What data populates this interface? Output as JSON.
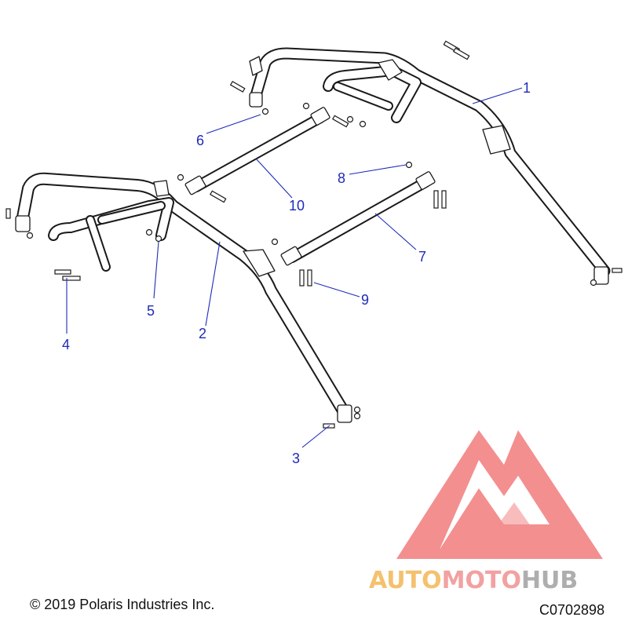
{
  "copyright": "© 2019 Polaris Industries Inc.",
  "figure_code": "C0702898",
  "watermark": {
    "part1": "AUTO",
    "part2": "MOTO",
    "part3": "HUB",
    "colors": {
      "auto": "#f2b24a",
      "moto": "#f08a8a",
      "hub": "#9a9a9a",
      "logo": "#f06a6a"
    }
  },
  "callouts": [
    {
      "id": "1",
      "label": "1"
    },
    {
      "id": "2",
      "label": "2"
    },
    {
      "id": "3",
      "label": "3"
    },
    {
      "id": "4",
      "label": "4"
    },
    {
      "id": "5",
      "label": "5"
    },
    {
      "id": "6",
      "label": "6"
    },
    {
      "id": "7",
      "label": "7"
    },
    {
      "id": "8",
      "label": "8"
    },
    {
      "id": "9",
      "label": "9"
    },
    {
      "id": "10",
      "label": "10"
    }
  ],
  "colors": {
    "callout": "#1f2bb8",
    "line": "#1a1a1a"
  }
}
